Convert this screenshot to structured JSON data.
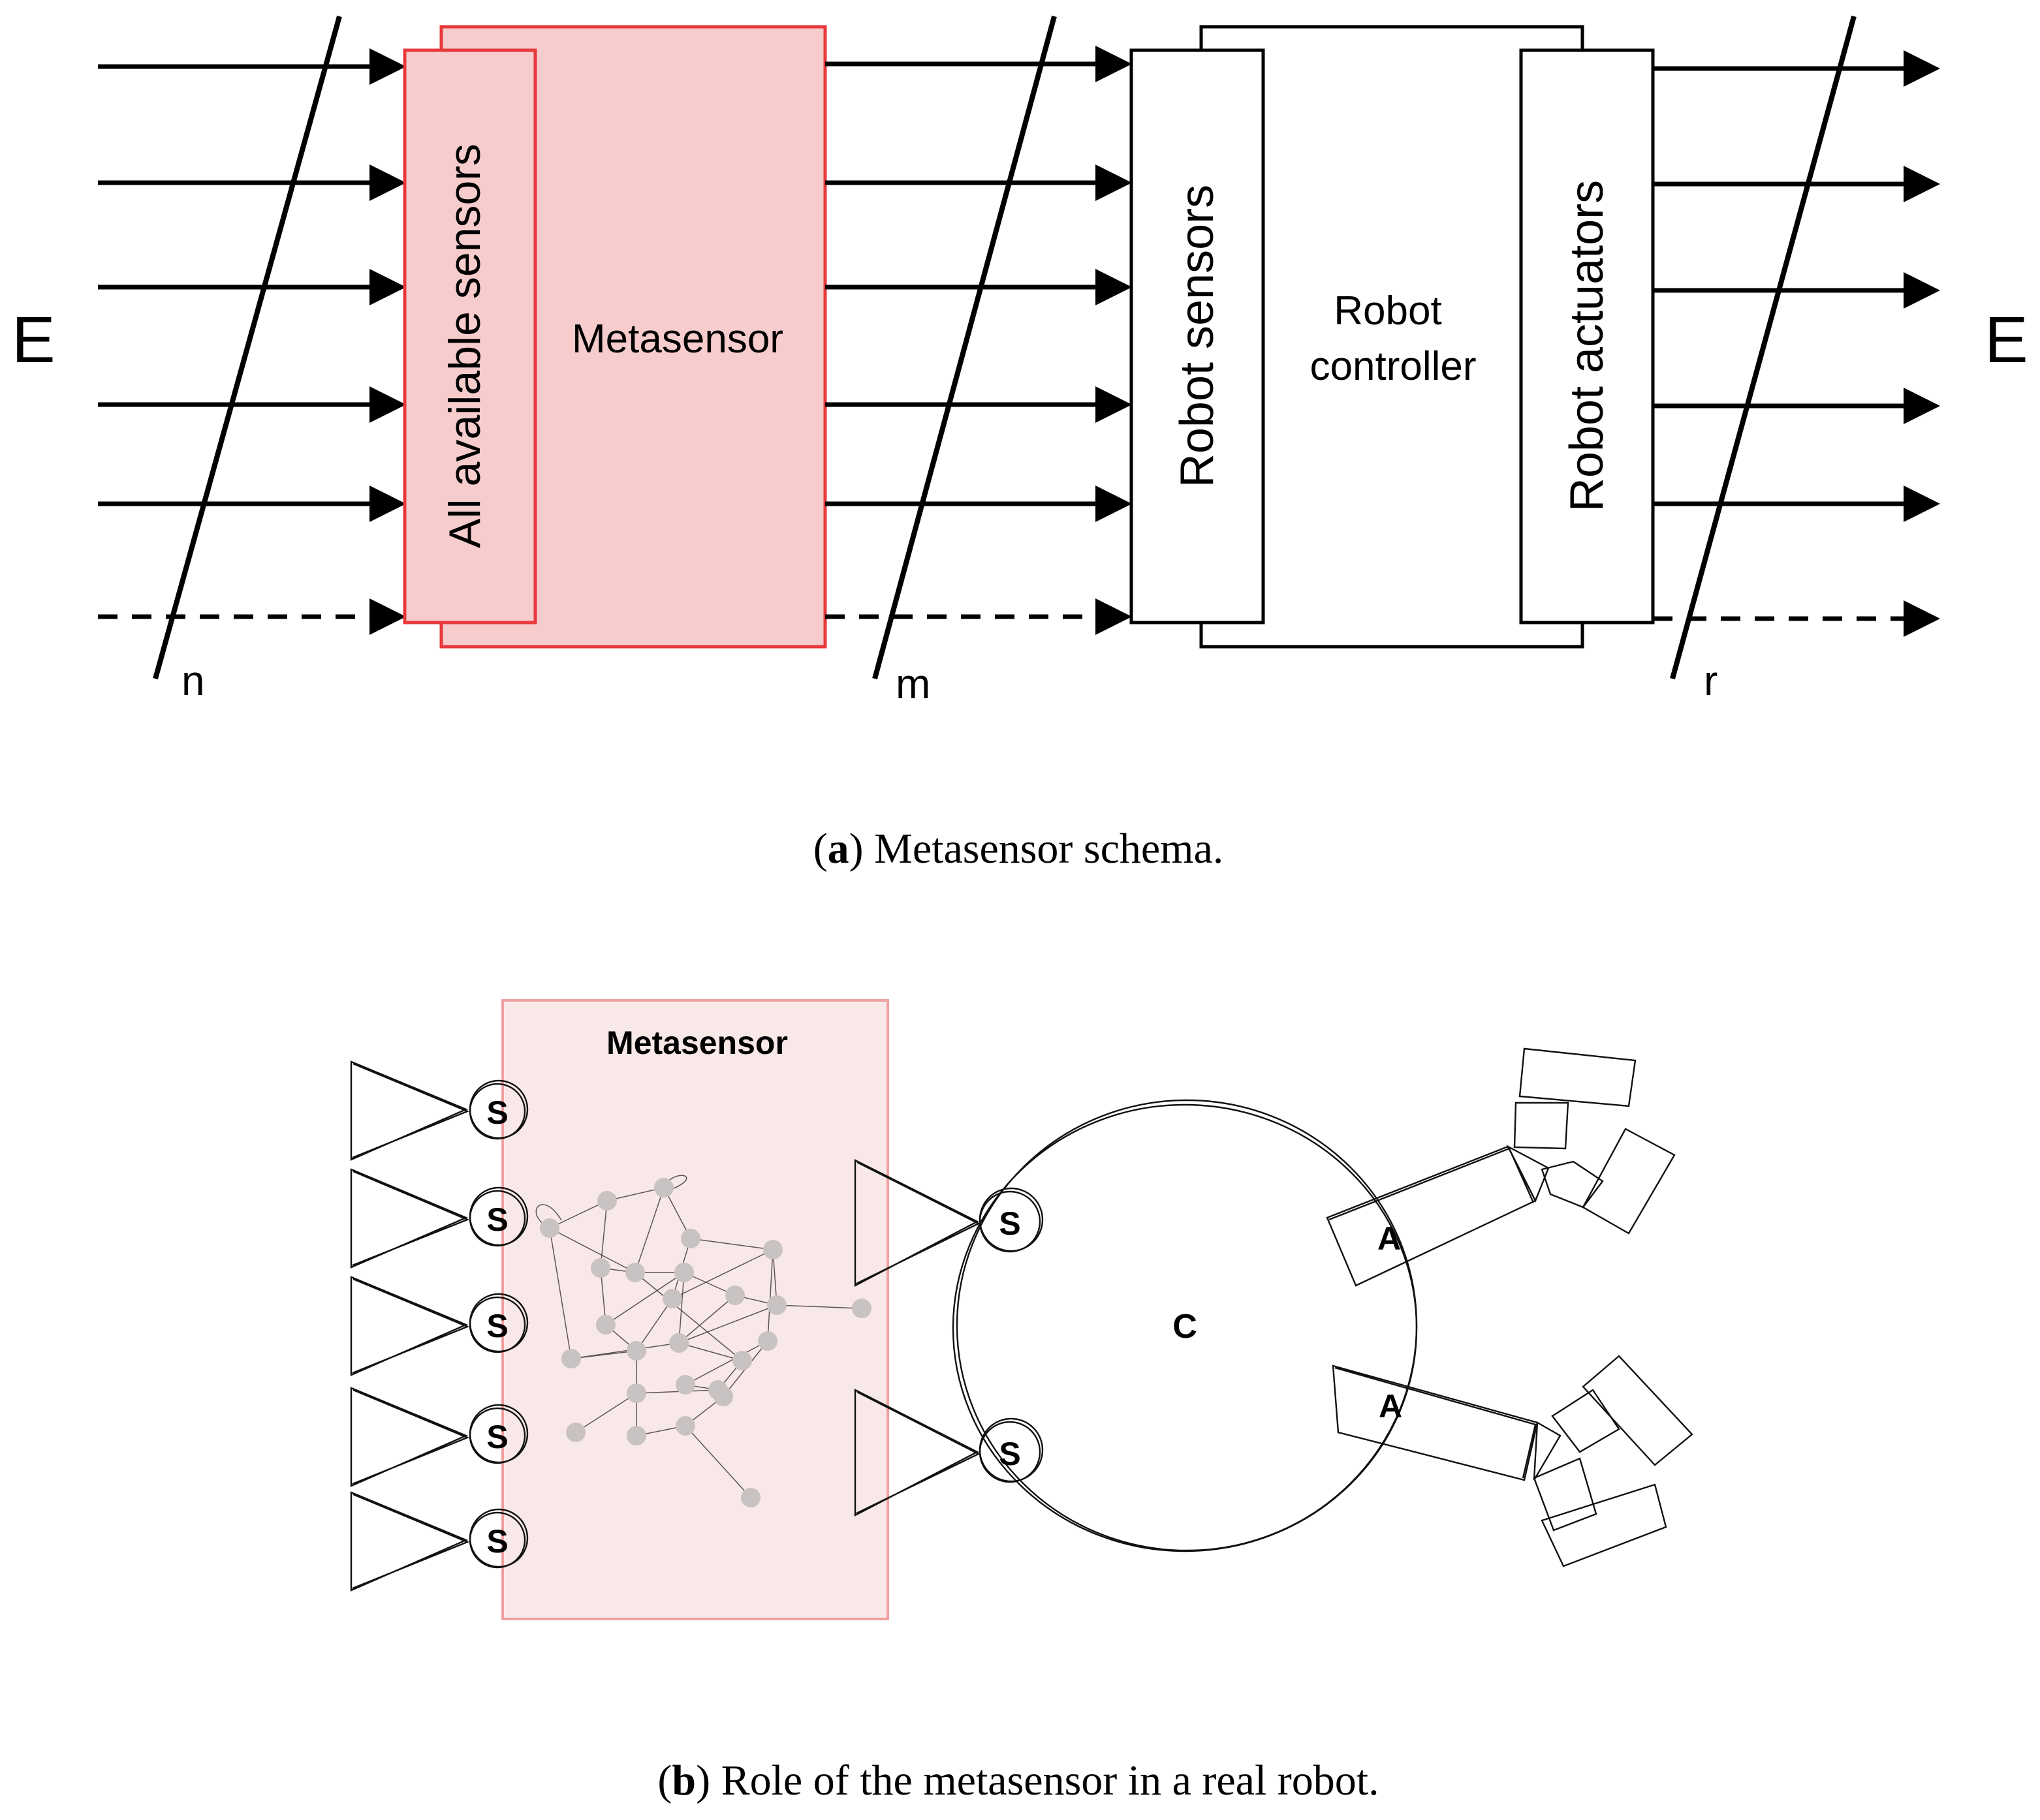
{
  "panel_a": {
    "env_left": "E",
    "env_right": "E",
    "all_sensors": "All available sensors",
    "metasensor": "Metasensor",
    "robot_sensors": "Robot sensors",
    "robot_controller_1": "Robot",
    "robot_controller_2": "controller",
    "robot_actuators": "Robot actuators",
    "count_n": "n",
    "count_m": "m",
    "count_r": "r",
    "caption_letter": "a",
    "caption_text": "Metasensor schema.",
    "colors": {
      "metasensor_fill": "#f6cccc",
      "metasensor_stroke": "#e8393c"
    }
  },
  "panel_b": {
    "metasensor_title": "Metasensor",
    "sensor_label": "S",
    "controller_label": "C",
    "actuator_label": "A",
    "caption_letter": "b",
    "caption_text": "Role of the metasensor in a real robot.",
    "colors": {
      "metasensor_fill": "#f9e8e8",
      "metasensor_stroke": "#f0a0a0",
      "node_fill": "#c9c2c2"
    }
  }
}
